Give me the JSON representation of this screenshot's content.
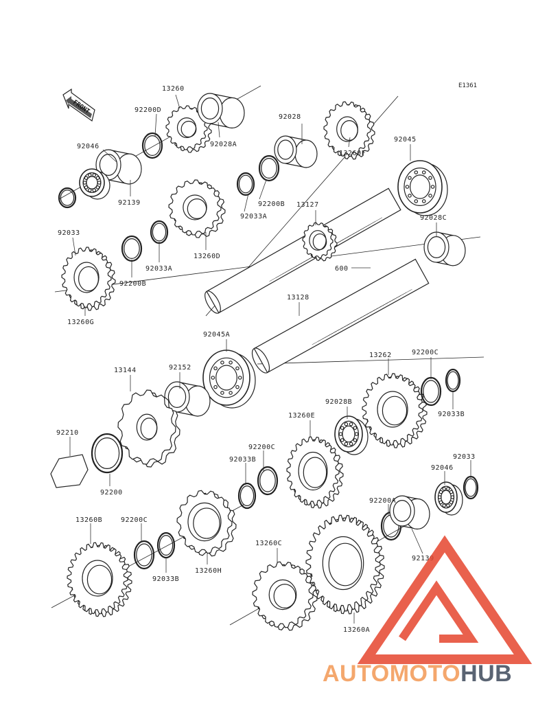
{
  "diagram_id": "E1361",
  "front_label": "FRONT",
  "watermark": {
    "brand_part1": "AUTOMOTO",
    "brand_part2": "HUB",
    "colors": {
      "red": "#e5452e",
      "orange": "#f4a76d",
      "gray": "#5a6473"
    }
  },
  "callouts": [
    {
      "text": "13260"
    },
    {
      "text": "92200D"
    },
    {
      "text": "92028A"
    },
    {
      "text": "92046"
    },
    {
      "text": "92139"
    },
    {
      "text": "92028"
    },
    {
      "text": "13260F"
    },
    {
      "text": "92045"
    },
    {
      "text": "92200B"
    },
    {
      "text": "92033A"
    },
    {
      "text": "13127"
    },
    {
      "text": "92028C"
    },
    {
      "text": "13260D"
    },
    {
      "text": "92033"
    },
    {
      "text": "92033A"
    },
    {
      "text": "92200B"
    },
    {
      "text": "13260G"
    },
    {
      "text": "600"
    },
    {
      "text": "13128"
    },
    {
      "text": "92045A"
    },
    {
      "text": "13262"
    },
    {
      "text": "92200C"
    },
    {
      "text": "92033B"
    },
    {
      "text": "13144"
    },
    {
      "text": "92152"
    },
    {
      "text": "92028B"
    },
    {
      "text": "13260E"
    },
    {
      "text": "92210"
    },
    {
      "text": "92200"
    },
    {
      "text": "92200C"
    },
    {
      "text": "92033B"
    },
    {
      "text": "92033"
    },
    {
      "text": "92046"
    },
    {
      "text": "92200A"
    },
    {
      "text": "92139"
    },
    {
      "text": "13260B"
    },
    {
      "text": "92200C"
    },
    {
      "text": "92033B"
    },
    {
      "text": "13260H"
    },
    {
      "text": "13260C"
    },
    {
      "text": "13260A"
    }
  ]
}
